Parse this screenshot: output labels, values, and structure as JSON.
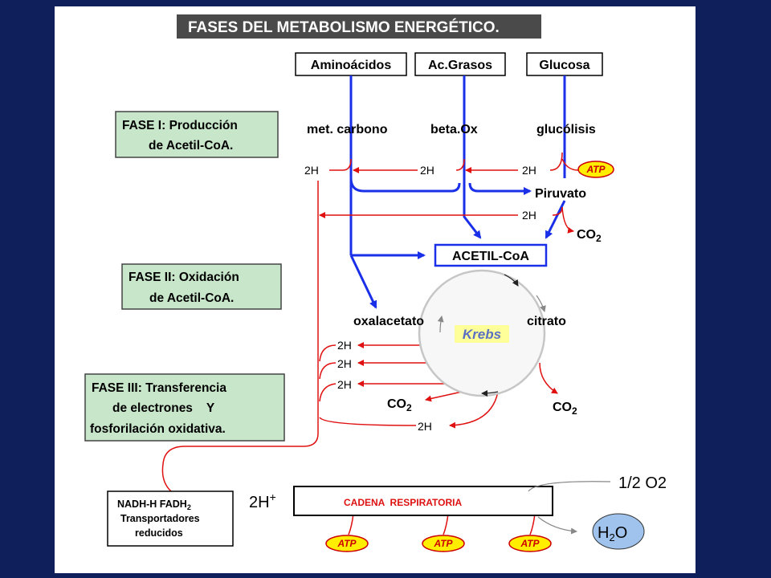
{
  "title": "FASES DEL METABOLISMO ENERGÉTICO.",
  "sources": {
    "aminoacids": "Aminoácidos",
    "fatty_acids": "Ac.Grasos",
    "glucose": "Glucosa"
  },
  "pathways": {
    "carbon": "met. carbono",
    "beta_ox": "beta.Ox",
    "glycolysis": "glucólisis"
  },
  "phases": {
    "phase1": [
      "FASE I: Producción",
      "de Acetil-CoA."
    ],
    "phase2": [
      "FASE II: Oxidación",
      "de Acetil-CoA."
    ],
    "phase3": [
      "FASE III: Transferencia",
      "de electrones    Y",
      "fosforilación oxidativa."
    ]
  },
  "labels": {
    "h2": "2H",
    "atp": "ATP",
    "pyruvate": "Piruvato",
    "co2_base": "CO",
    "co2_sub": "2",
    "acetyl_coa": "ACETIL-CoA",
    "oxaloacetate": "oxalacetato",
    "citrate": "citrato",
    "krebs": "Krebs"
  },
  "transport": {
    "line1": "NADH-H  FADH",
    "line1_sub": "2",
    "line2": "Transportadores",
    "line3": "reducidos"
  },
  "chain": {
    "protons_base": "2H",
    "protons_sup": "+",
    "label": "CADENA  RESPIRATORIA",
    "oxygen": "1/2 O2",
    "water_h": "H",
    "water_sub": "2",
    "water_o": "O"
  },
  "colors": {
    "background": "#0f1f5c",
    "blue_flow": "#1a2fe8",
    "red_flow": "#e01010",
    "phase_box": "#c8e6c9",
    "title_bar": "#4a4a4a",
    "atp_fill": "#ffee00",
    "water_fill": "#9fc3ec"
  }
}
